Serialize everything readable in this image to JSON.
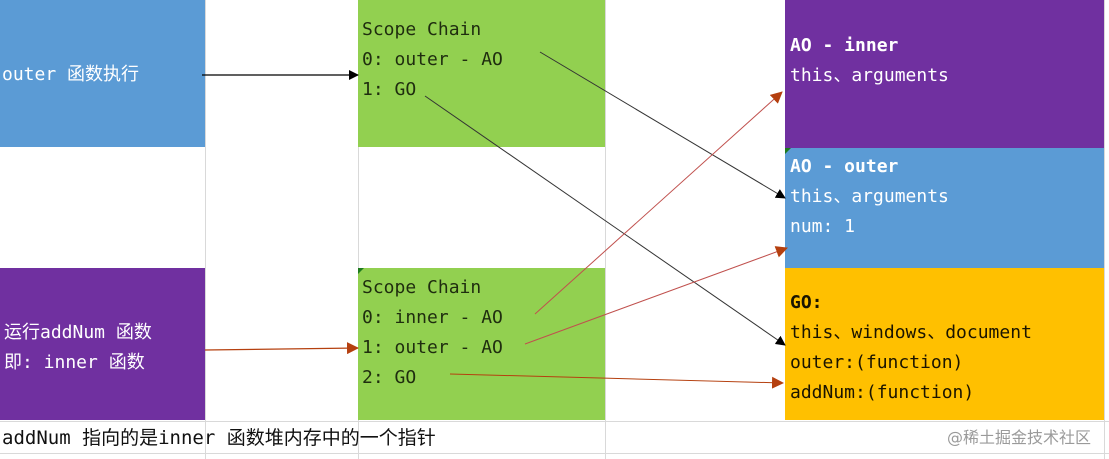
{
  "colors": {
    "blue": "#5b9bd5",
    "purple": "#7030a0",
    "green": "#92d050",
    "orange": "#ffc000",
    "arrow_black": "#000000",
    "arrow_red": "#b5400f",
    "text_light": "#ffffff",
    "text_dark": "#1f2d0f"
  },
  "left": {
    "outer_exec": "outer 函数执行",
    "inner_exec_line1": "运行addNum 函数",
    "inner_exec_line2": "即: inner 函数"
  },
  "scope_chain_outer": {
    "title": "Scope Chain",
    "items": [
      "0: outer - AO",
      "1: GO"
    ]
  },
  "scope_chain_inner": {
    "title": "Scope Chain",
    "items": [
      "0: inner - AO",
      "1: outer - AO",
      "2: GO"
    ]
  },
  "ao_inner": {
    "title": "AO - inner",
    "lines": [
      "this、arguments"
    ]
  },
  "ao_outer": {
    "title": "AO - outer",
    "lines": [
      "this、arguments",
      "num: 1"
    ]
  },
  "go": {
    "title": "GO:",
    "lines": [
      "this、windows、document",
      "outer:(function)",
      "addNum:(function)"
    ]
  },
  "footer": {
    "note": "addNum 指向的是inner 函数堆内存中的一个指针",
    "watermark": "@稀土掘金技术社区"
  },
  "arrows": [
    {
      "from": "outer-exec",
      "to": "scope-chain-outer",
      "color": "black"
    },
    {
      "from": "scope-chain-outer.0",
      "to": "ao-outer",
      "color": "black"
    },
    {
      "from": "scope-chain-outer.1",
      "to": "go",
      "color": "black"
    },
    {
      "from": "inner-exec",
      "to": "scope-chain-inner",
      "color": "red"
    },
    {
      "from": "scope-chain-inner.0",
      "to": "ao-inner",
      "color": "red"
    },
    {
      "from": "scope-chain-inner.1",
      "to": "ao-outer",
      "color": "red"
    },
    {
      "from": "scope-chain-inner.2",
      "to": "go",
      "color": "red"
    }
  ]
}
